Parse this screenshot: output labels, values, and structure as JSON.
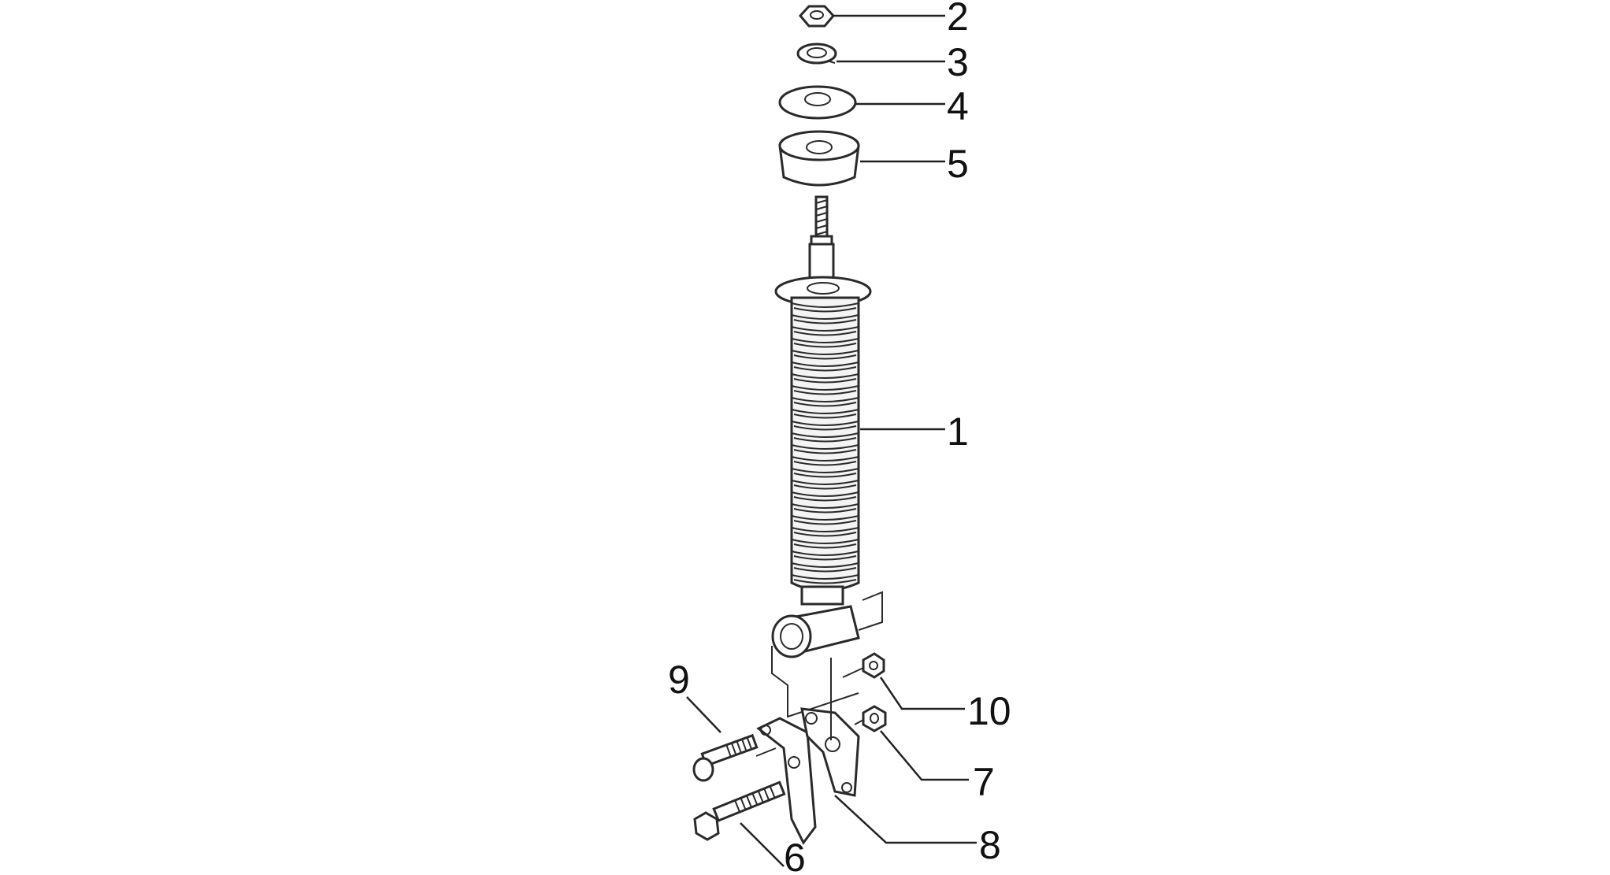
{
  "diagram": {
    "callouts": [
      {
        "id": "2",
        "text": "2"
      },
      {
        "id": "3",
        "text": "3"
      },
      {
        "id": "4",
        "text": "4"
      },
      {
        "id": "5",
        "text": "5"
      },
      {
        "id": "1",
        "text": "1"
      },
      {
        "id": "9",
        "text": "9"
      },
      {
        "id": "10",
        "text": "10"
      },
      {
        "id": "7",
        "text": "7"
      },
      {
        "id": "8",
        "text": "8"
      },
      {
        "id": "6",
        "text": "6"
      }
    ]
  }
}
